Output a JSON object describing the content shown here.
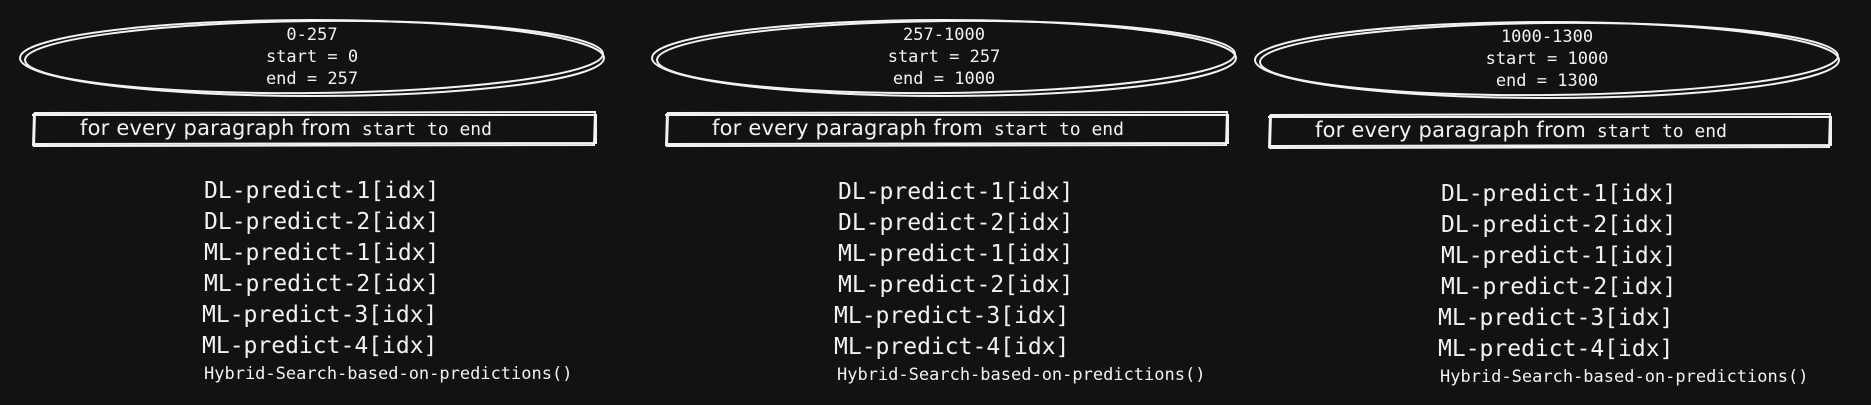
{
  "colors": {
    "background": "#121212",
    "stroke": "#f2f2f2"
  },
  "columns": [
    {
      "range": "0-257",
      "start_line": "start = 0",
      "end_line": "end = 257",
      "loop_hand": "for every paragraph from",
      "loop_rest": "start to end",
      "calls": [
        "DL-predict-1[idx]",
        "DL-predict-2[idx]",
        "ML-predict-1[idx]",
        "ML-predict-2[idx]",
        "ML-predict-3[idx]",
        "ML-predict-4[idx]"
      ],
      "final_call": "Hybrid-Search-based-on-predictions()"
    },
    {
      "range": "257-1000",
      "start_line": "start = 257",
      "end_line": "end = 1000",
      "loop_hand": "for every paragraph from",
      "loop_rest": "start to end",
      "calls": [
        "DL-predict-1[idx]",
        "DL-predict-2[idx]",
        "ML-predict-1[idx]",
        "ML-predict-2[idx]",
        "ML-predict-3[idx]",
        "ML-predict-4[idx]"
      ],
      "final_call": "Hybrid-Search-based-on-predictions()"
    },
    {
      "range": "1000-1300",
      "start_line": "start = 1000",
      "end_line": "end = 1300",
      "loop_hand": "for every paragraph from",
      "loop_rest": "start to end",
      "calls": [
        "DL-predict-1[idx]",
        "DL-predict-2[idx]",
        "ML-predict-1[idx]",
        "ML-predict-2[idx]",
        "ML-predict-3[idx]",
        "ML-predict-4[idx]"
      ],
      "final_call": "Hybrid-Search-based-on-predictions()"
    }
  ]
}
